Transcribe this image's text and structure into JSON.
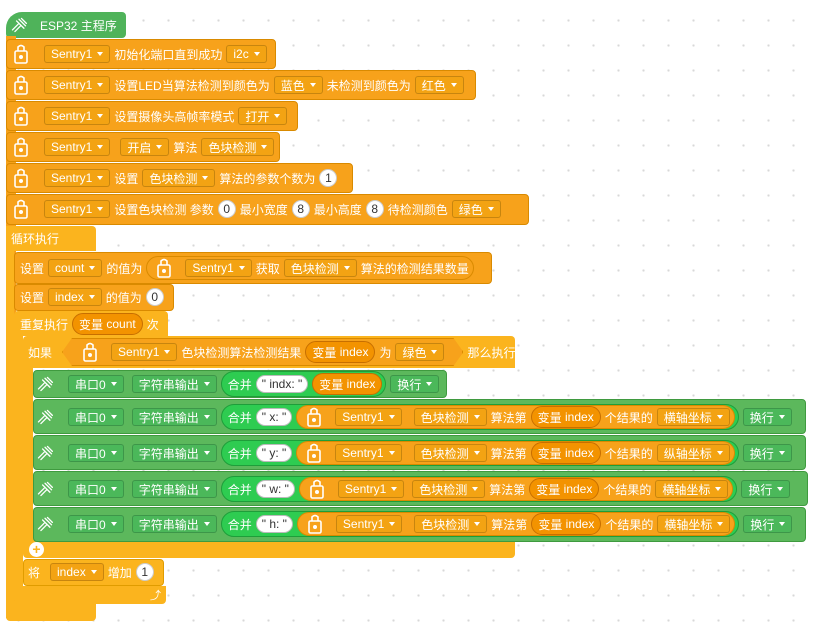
{
  "program": {
    "main_title": "ESP32 主程序",
    "loop_label": "循环执行"
  },
  "setup": {
    "sensor_name": "Sentry1",
    "init": {
      "text": "初始化端口直到成功",
      "port": "i2c"
    },
    "led": {
      "text_a": "设置LED当算法检测到颜色为",
      "detected_color": "蓝色",
      "text_b": "未检测到颜色为",
      "undetected_color": "红色"
    },
    "camera": {
      "text": "设置摄像头高帧率模式",
      "mode": "打开"
    },
    "enable": {
      "action": "开启",
      "text": "算法",
      "algo": "色块检测"
    },
    "param_count": {
      "text_a": "设置",
      "algo": "色块检测",
      "text_b": "算法的参数个数为",
      "value": "1"
    },
    "params": {
      "text_a": "设置色块检测 参数",
      "param_index": "0",
      "text_b": "最小宽度",
      "min_width": "8",
      "text_c": "最小高度",
      "min_height": "8",
      "text_d": "待检测颜色",
      "color": "绿色"
    }
  },
  "loop": {
    "set_label": "设置",
    "value_of_label": "的值为",
    "count_var": "count",
    "get_label": "获取",
    "get_algo": "色块检测",
    "get_result": "算法的检测结果数量",
    "index_var": "index",
    "index_init": "0",
    "repeat_label": "重复执行",
    "var_label": "变量",
    "times_label": "次",
    "if_label": "如果",
    "then_label": "那么执行",
    "cond_text": "色块检测算法检测结果",
    "cond_is": "为",
    "cond_color": "绿色",
    "add_label": "将",
    "increase_label": "增加",
    "increment": "1"
  },
  "serial": {
    "port": "串口0",
    "mode": "字符串输出",
    "concat": "合并",
    "newline": "换行",
    "result_a": "算法第",
    "result_b": "个结果的",
    "lines": [
      {
        "label": "\" indx: \""
      },
      {
        "label": "\" x: \"",
        "field": "横轴坐标"
      },
      {
        "label": "\" y: \"",
        "field": "纵轴坐标"
      },
      {
        "label": "\" w: \"",
        "field": "横轴坐标"
      },
      {
        "label": "\" h: \"",
        "field": "横轴坐标"
      }
    ]
  },
  "colors": {
    "control": "#fbb41e",
    "sensor": "#f7a21b",
    "serial": "#5cb85c",
    "concat": "#2ecc51"
  }
}
